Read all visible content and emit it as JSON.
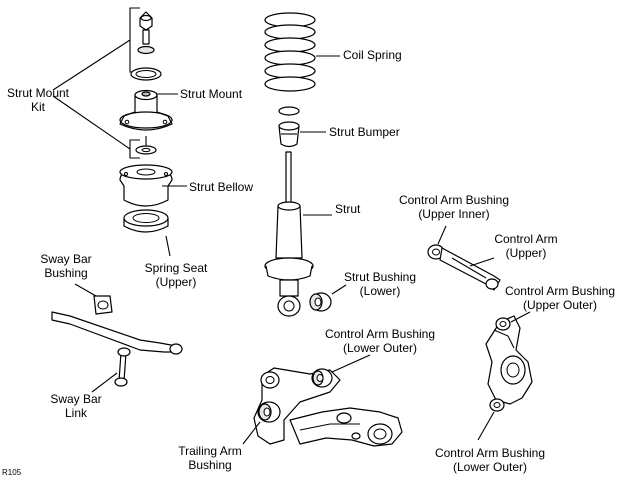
{
  "labels": {
    "strut_mount_kit": [
      "Strut Mount",
      "Kit"
    ],
    "strut_mount": "Strut Mount",
    "strut_bellow": "Strut Bellow",
    "spring_seat_upper": [
      "Spring Seat",
      "(Upper)"
    ],
    "coil_spring": "Coil Spring",
    "strut_bumper": "Strut Bumper",
    "strut": "Strut",
    "strut_bushing_lower": [
      "Strut Bushing",
      "(Lower)"
    ],
    "sway_bar_bushing": [
      "Sway Bar",
      "Bushing"
    ],
    "sway_bar_link": [
      "Sway Bar",
      "Link"
    ],
    "control_arm_bushing_upper_inner": [
      "Control Arm Bushing",
      "(Upper Inner)"
    ],
    "control_arm_upper": [
      "Control Arm",
      "(Upper)"
    ],
    "control_arm_bushing_upper_outer": [
      "Control Arm Bushing",
      "(Upper Outer)"
    ],
    "control_arm_bushing_lower_outer_center": [
      "Control Arm Bushing",
      "(Lower Outer)"
    ],
    "control_arm_bushing_lower_outer_right": [
      "Control Arm Bushing",
      "(Lower Outer)"
    ],
    "trailing_arm_bushing": [
      "Trailing Arm",
      "Bushing"
    ]
  },
  "figure_code": "R105"
}
